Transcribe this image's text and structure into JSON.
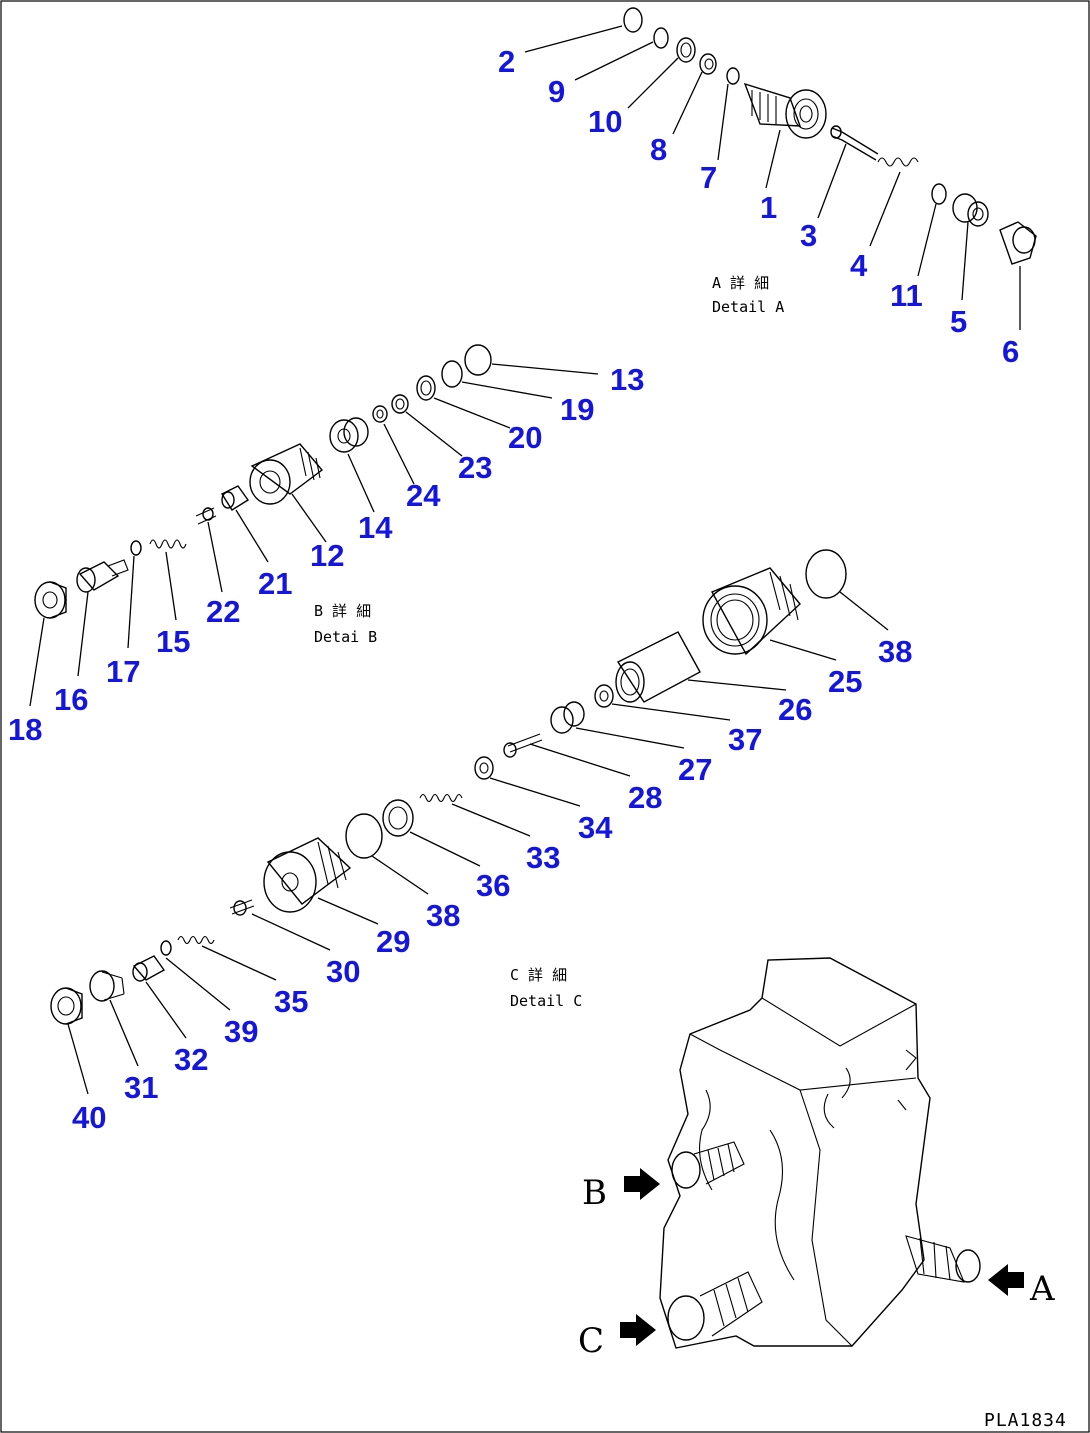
{
  "callouts": [
    "1",
    "2",
    "3",
    "4",
    "5",
    "6",
    "7",
    "8",
    "9",
    "10",
    "11",
    "12",
    "13",
    "14",
    "15",
    "16",
    "17",
    "18",
    "19",
    "20",
    "21",
    "22",
    "23",
    "24",
    "25",
    "26",
    "27",
    "28",
    "29",
    "30",
    "31",
    "32",
    "33",
    "34",
    "35",
    "36",
    "37",
    "38",
    "39",
    "40"
  ],
  "details": {
    "a": {
      "jp": "A 詳 細",
      "en": "Detail A"
    },
    "b": {
      "jp": "B 詳 細",
      "en": "Detai B"
    },
    "c": {
      "jp": "C 詳 細",
      "en": "Detail C"
    }
  },
  "view_labels": {
    "a": "A",
    "b": "B",
    "c": "C"
  },
  "drawing_code": "PLA1834",
  "colors": {
    "callout": "#1515e0",
    "line": "#000000"
  }
}
